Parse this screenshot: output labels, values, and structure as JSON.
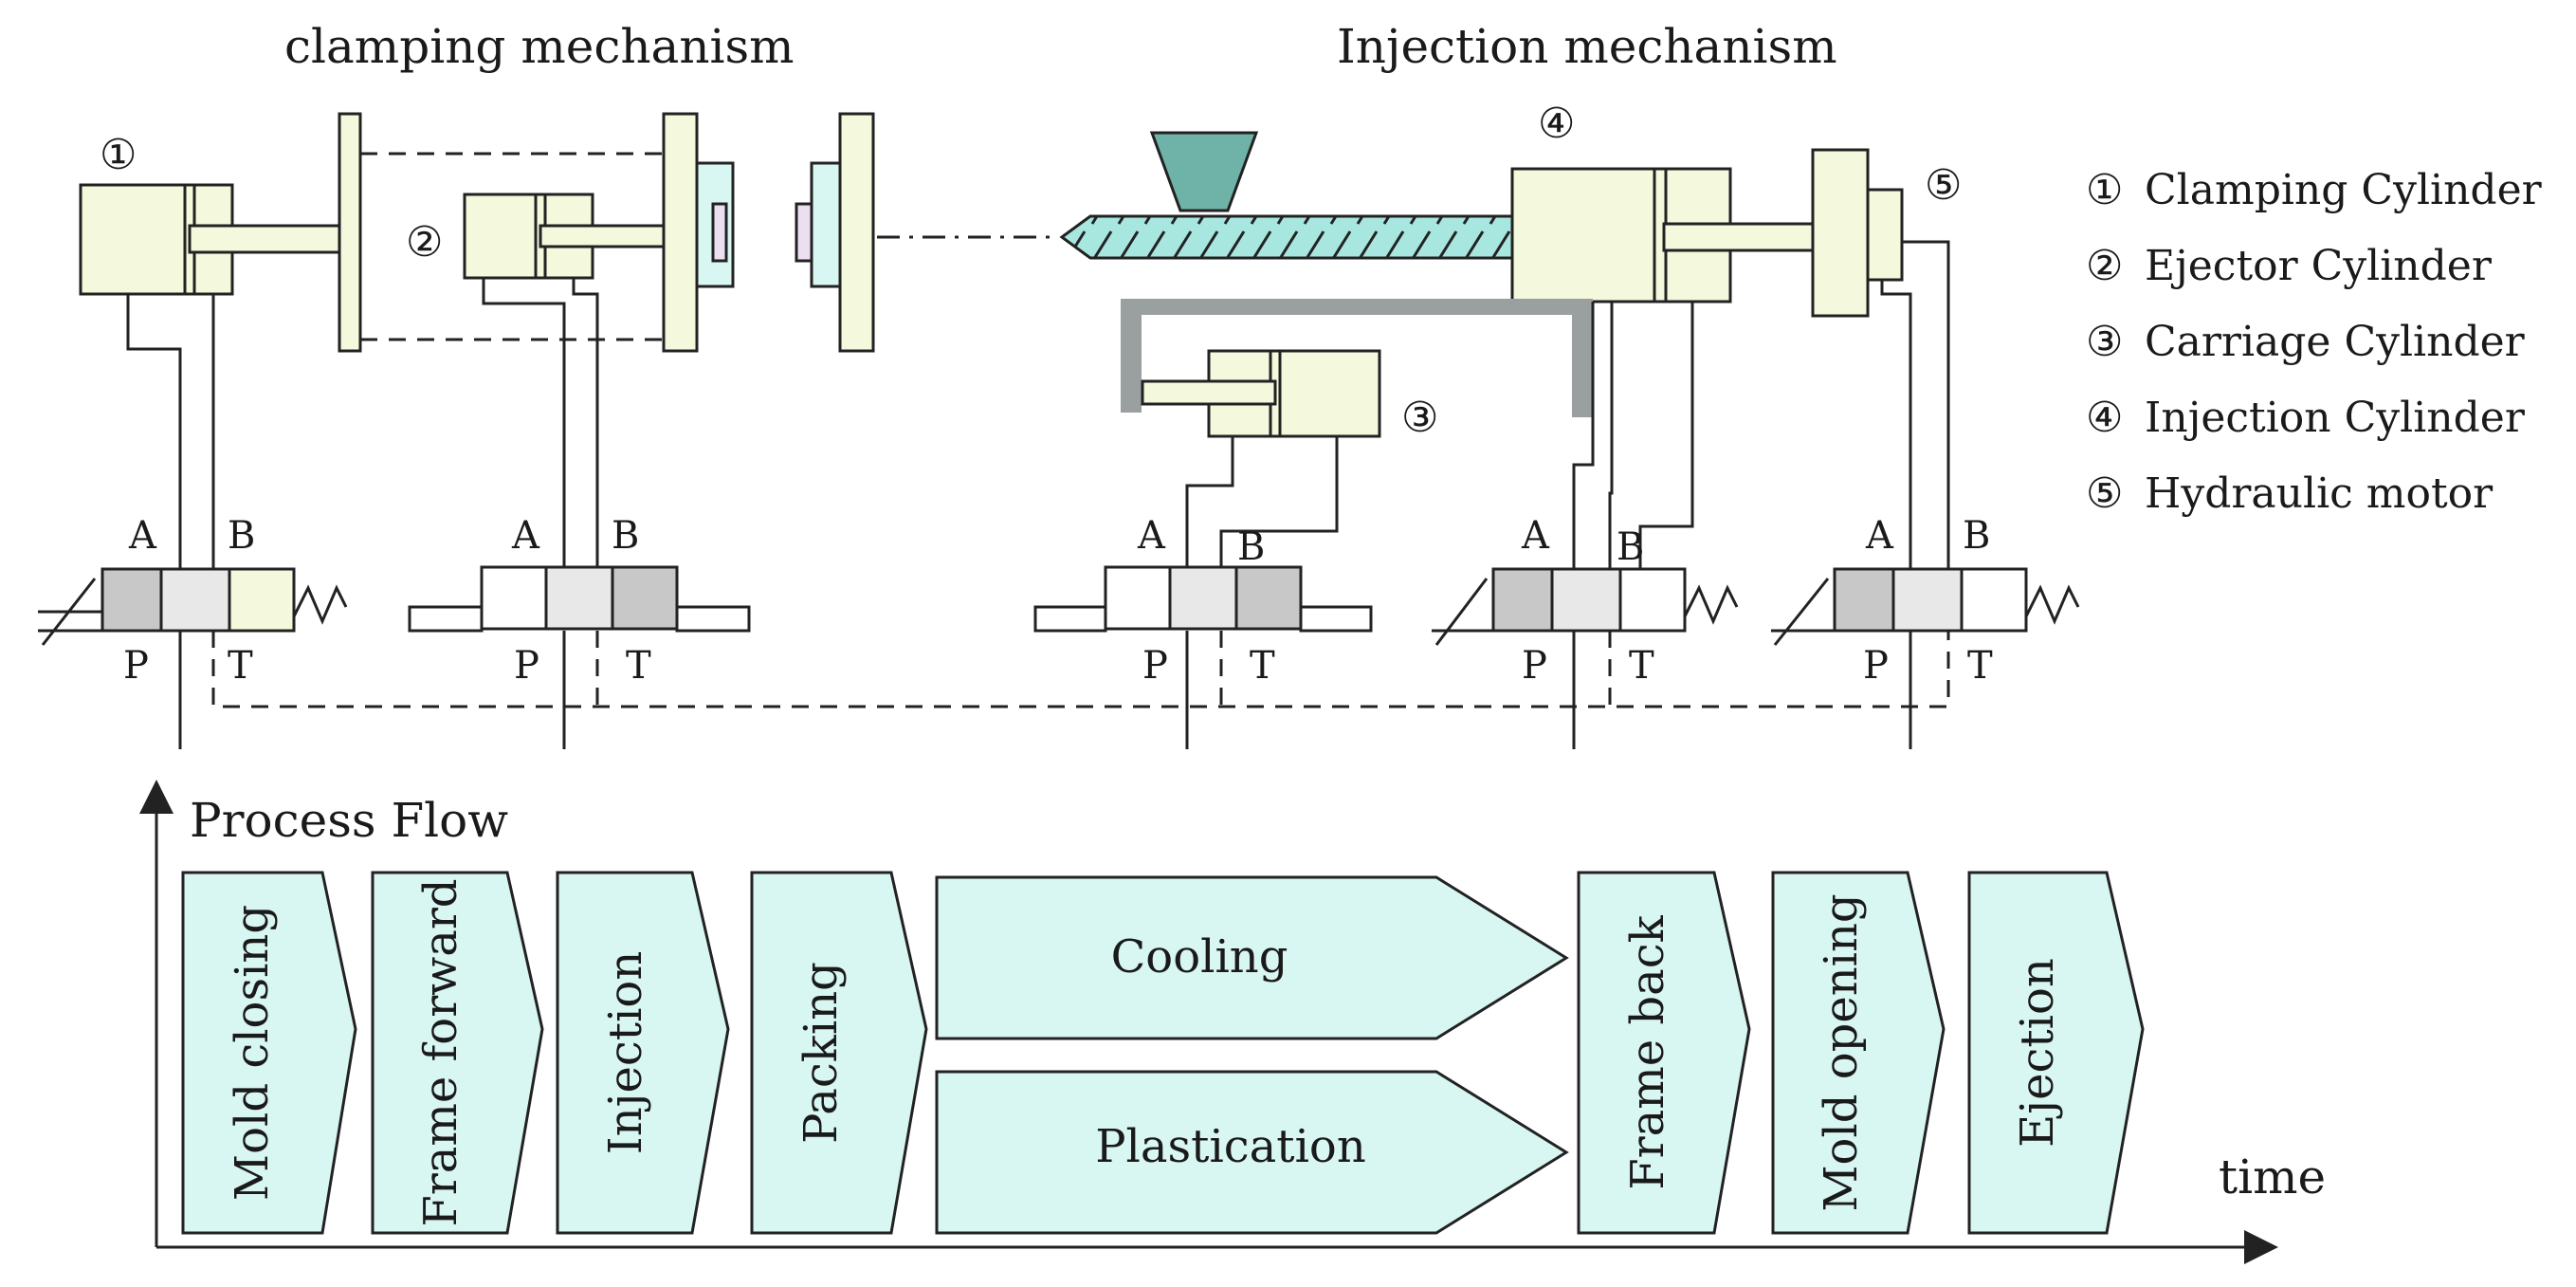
{
  "titles": {
    "clamping": "clamping mechanism",
    "injection": "Injection mechanism"
  },
  "legend": [
    {
      "num": "①",
      "label": "Clamping Cylinder"
    },
    {
      "num": "②",
      "label": "Ejector Cylinder"
    },
    {
      "num": "③",
      "label": "Carriage Cylinder"
    },
    {
      "num": "④",
      "label": "Injection Cylinder"
    },
    {
      "num": "⑤",
      "label": "Hydraulic motor"
    }
  ],
  "ports": {
    "a": "A",
    "b": "B",
    "p": "P",
    "t": "T"
  },
  "process": {
    "y_axis_label": "Process Flow",
    "x_axis_label": "time",
    "stages": [
      "Mold closing",
      "Frame forward",
      "Injection",
      "Packing",
      "Cooling",
      "Plastication",
      "Frame back",
      "Mold opening",
      "Ejection"
    ]
  },
  "colors": {
    "component_fill": "#f4f8dc",
    "stage_fill": "#d8f6f2",
    "valve_fill": "#c8c8c8",
    "hopper_fill": "#6fb3a8",
    "frame_fill": "#9aa0a0"
  }
}
